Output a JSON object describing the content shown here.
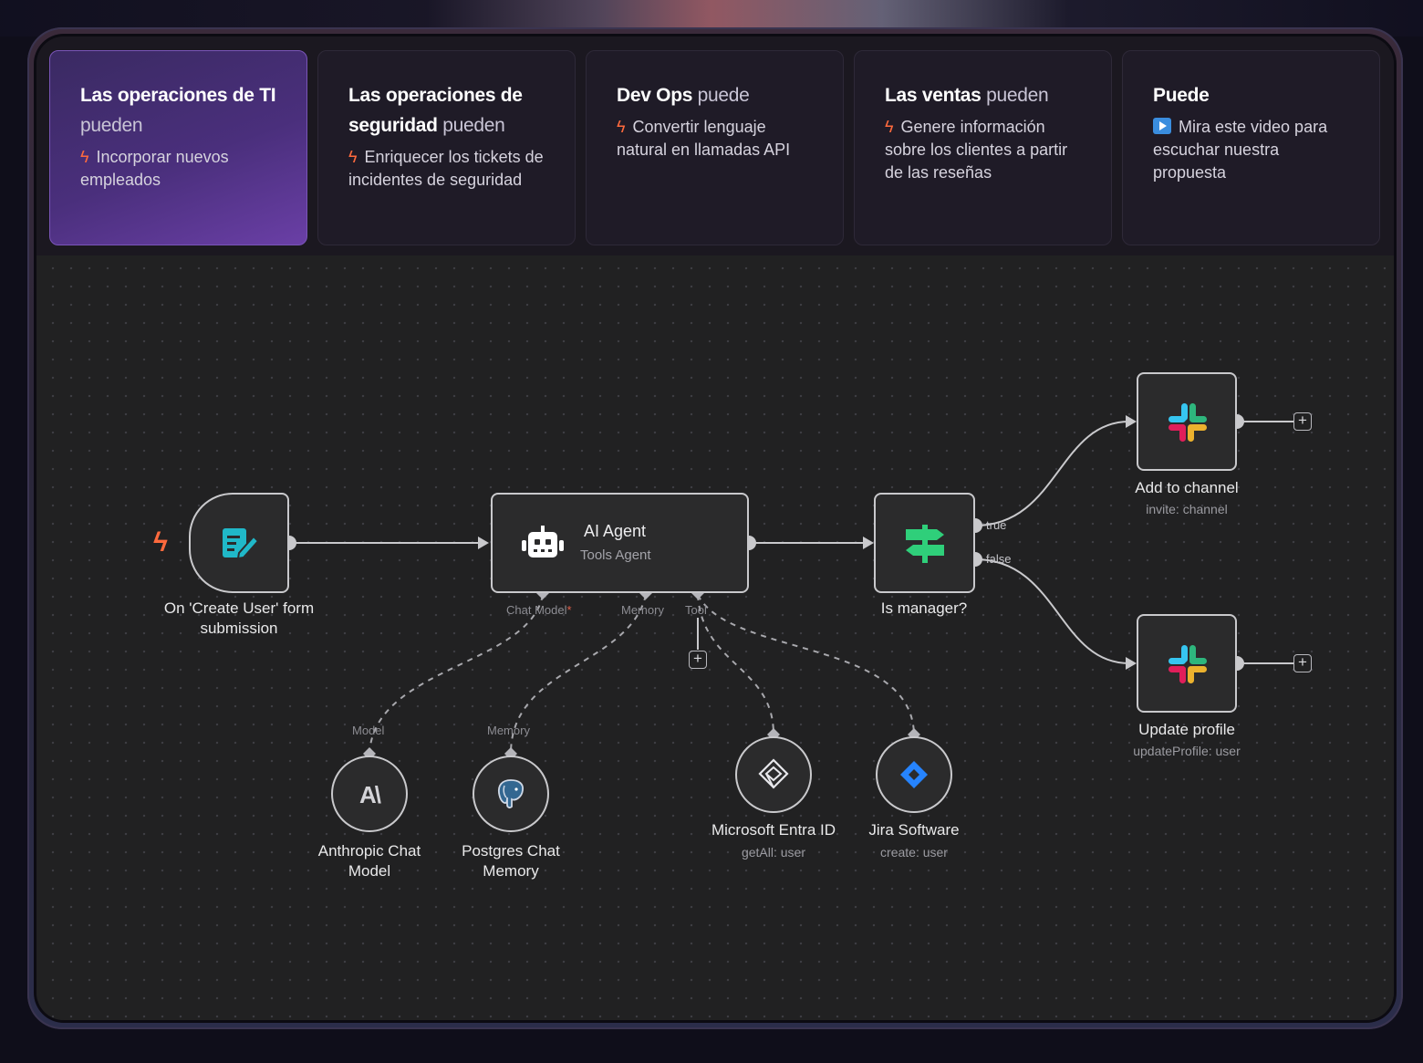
{
  "cards": [
    {
      "title_strong": "Las operaciones de TI",
      "title_light": "pueden",
      "icon": "bolt-icon",
      "text": "Incorporar nuevos empleados",
      "active": true
    },
    {
      "title_strong": "Las operaciones de seguridad",
      "title_light": "pueden",
      "icon": "bolt-icon",
      "text": "Enriquecer los tickets de incidentes de seguridad"
    },
    {
      "title_strong": "Dev Ops",
      "title_light": "puede",
      "icon": "bolt-icon",
      "text": "Convertir lenguaje natural en llamadas API"
    },
    {
      "title_strong": "Las ventas",
      "title_light": "pueden",
      "icon": "bolt-icon",
      "text": "Genere información sobre los clientes a partir de las reseñas"
    },
    {
      "title_strong": "Puede",
      "title_light": "",
      "icon": "play-icon",
      "text": "Mira este video para escuchar nuestra propuesta"
    }
  ],
  "workflow": {
    "trigger": {
      "label": "On 'Create User' form submission",
      "icon": "form-icon"
    },
    "agent": {
      "title": "AI Agent",
      "subtitle": "Tools Agent",
      "icon": "robot-icon",
      "ports": {
        "chat_model": "Chat Model",
        "chat_model_required": "*",
        "memory": "Memory",
        "tool": "Tool"
      }
    },
    "condition": {
      "label": "Is manager?",
      "icon": "signpost-icon",
      "true_label": "true",
      "false_label": "false"
    },
    "add_channel": {
      "label": "Add to channel",
      "sub": "invite: channel",
      "icon": "slack-icon"
    },
    "update_profile": {
      "label": "Update profile",
      "sub": "updateProfile: user",
      "icon": "slack-icon"
    },
    "anthropic": {
      "label": "Anthropic Chat Model",
      "port": "Model",
      "icon": "anthropic-icon",
      "glyph": "A\\"
    },
    "postgres": {
      "label": "Postgres Chat Memory",
      "port": "Memory",
      "icon": "postgres-icon"
    },
    "entra": {
      "label": "Microsoft Entra ID",
      "sub": "getAll: user",
      "icon": "entra-icon"
    },
    "jira": {
      "label": "Jira Software",
      "sub": "create: user",
      "icon": "jira-icon"
    },
    "plus": "+"
  },
  "colors": {
    "accent_purple": "#5a3a92",
    "bolt": "#ff6a3d",
    "form_teal": "#20b8c8",
    "signpost_green": "#2fcf7a",
    "jira_blue": "#2684ff"
  }
}
